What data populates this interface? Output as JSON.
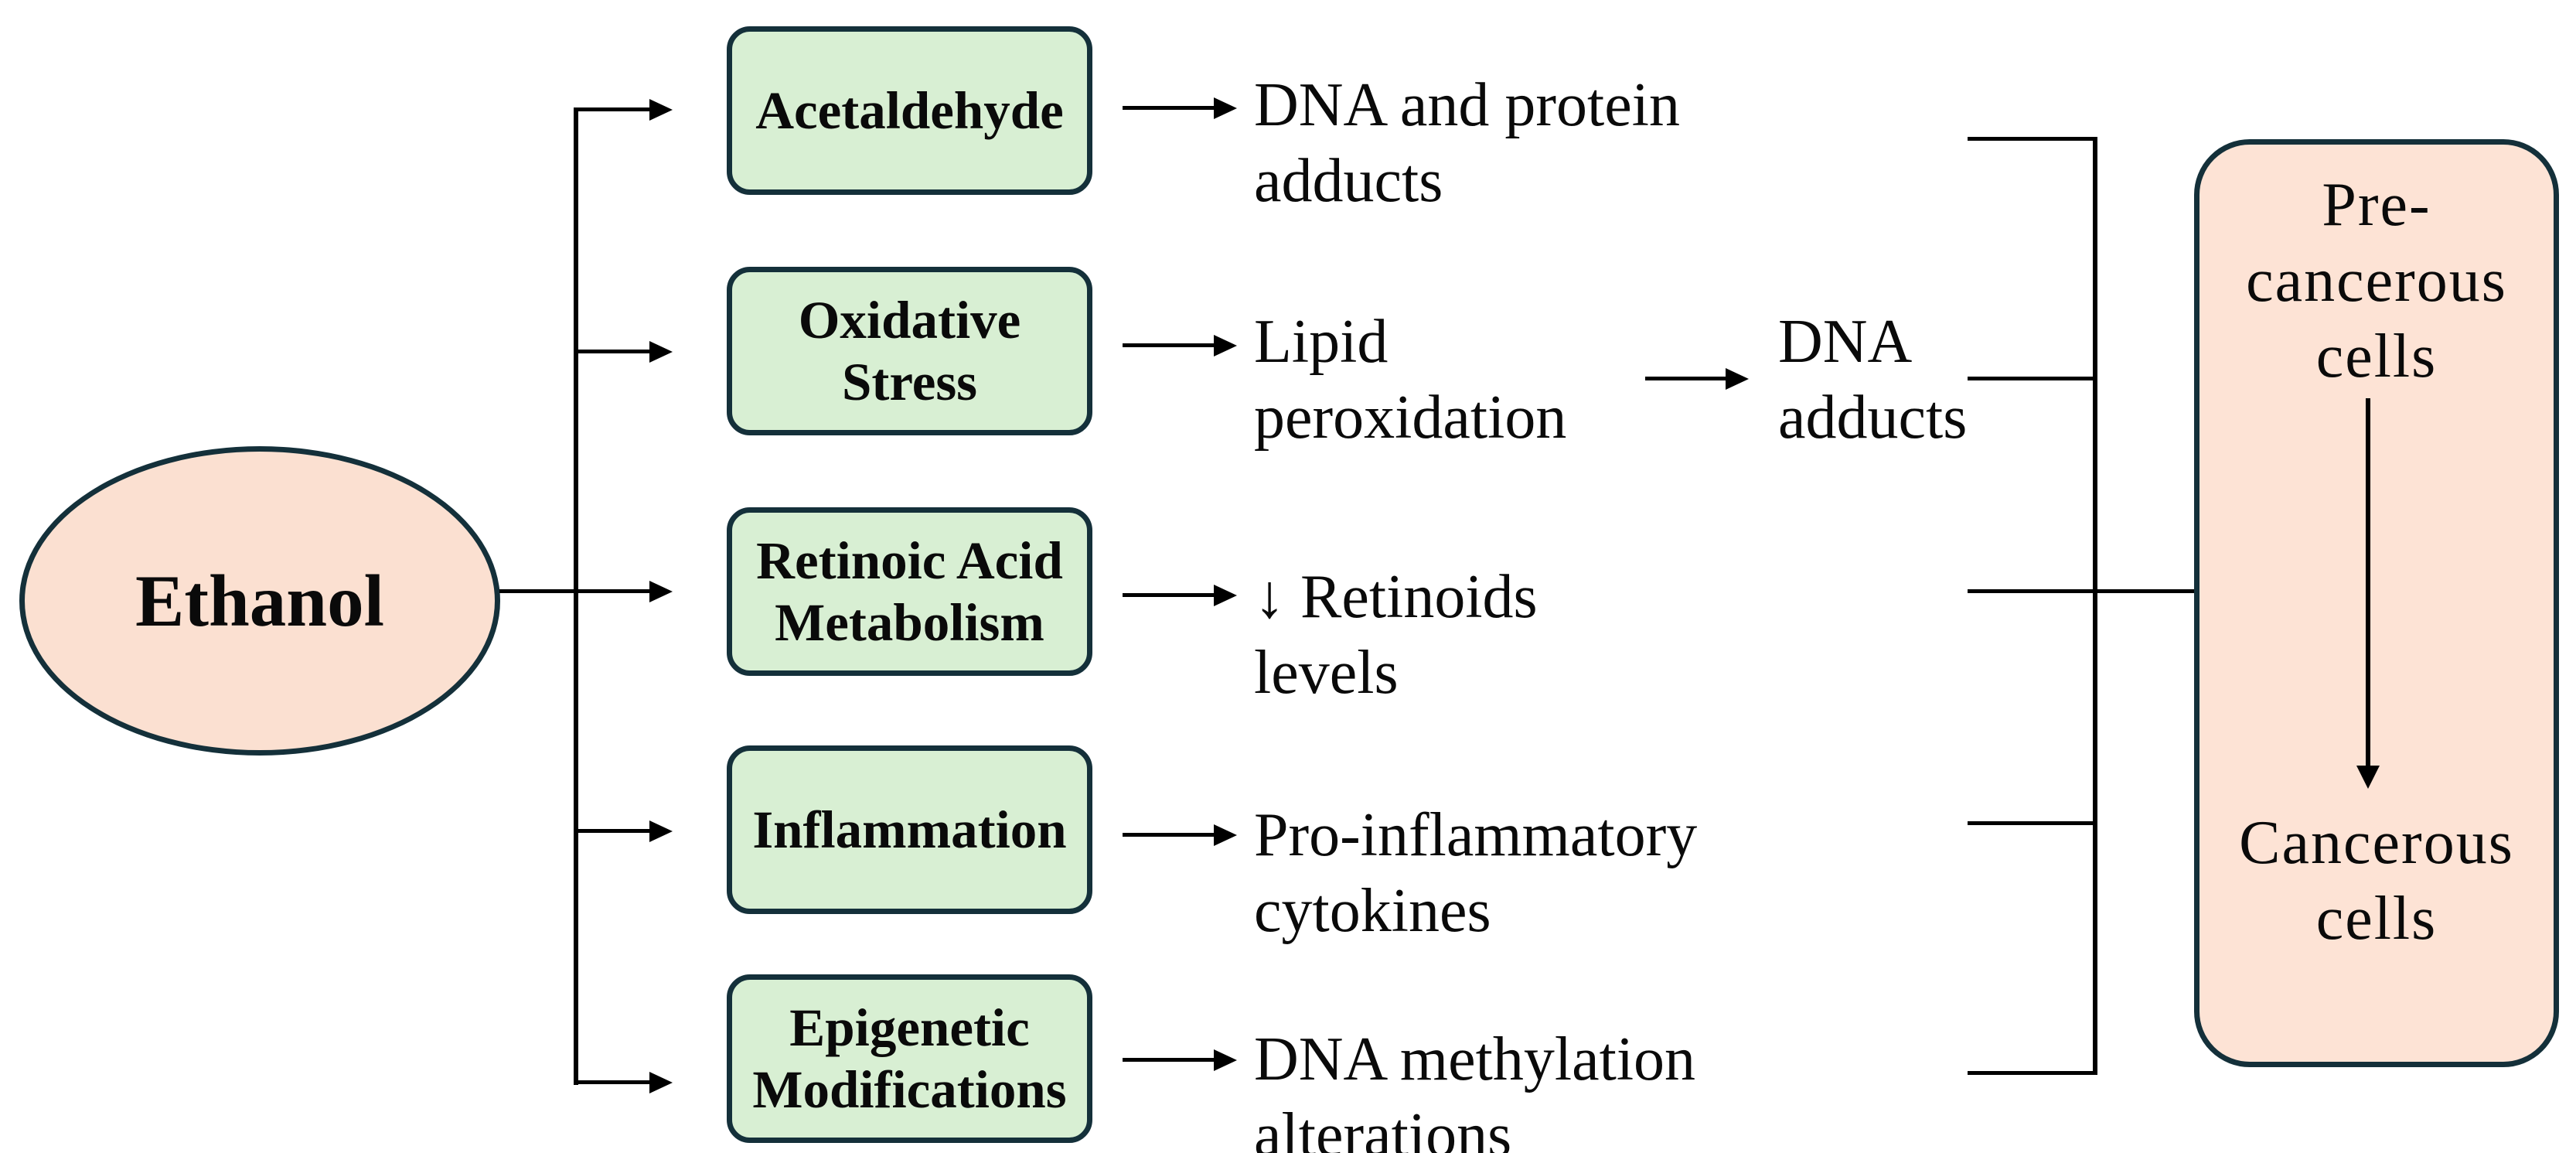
{
  "diagram": {
    "source_node": {
      "label": "Ethanol"
    },
    "pathways": [
      {
        "label_lines": [
          "Acetaldehyde"
        ],
        "outcome_lines": [
          "DNA and protein",
          "adducts"
        ]
      },
      {
        "label_lines": [
          "Oxidative",
          "Stress"
        ],
        "outcome_lines": [
          "Lipid",
          "peroxidation"
        ],
        "secondary_outcome_lines": [
          "DNA",
          "adducts"
        ]
      },
      {
        "label_lines": [
          "Retinoic Acid",
          "Metabolism"
        ],
        "outcome_lines": [
          "↓ Retinoids",
          "levels"
        ]
      },
      {
        "label_lines": [
          "Inflammation"
        ],
        "outcome_lines": [
          "Pro-inflammatory",
          "cytokines"
        ]
      },
      {
        "label_lines": [
          "Epigenetic",
          "Modifications"
        ],
        "outcome_lines": [
          "DNA methylation",
          "alterations"
        ]
      }
    ],
    "result_node": {
      "top_lines": [
        "Pre-",
        "cancerous",
        "cells"
      ],
      "bottom_lines": [
        "Cancerous",
        "cells"
      ]
    },
    "colors": {
      "ellipse-fill": "#fbe0d1",
      "box-fill": "#d8efd3",
      "result-fill": "#fde3d5",
      "outline": "#14303a",
      "connector": "#000000"
    }
  }
}
